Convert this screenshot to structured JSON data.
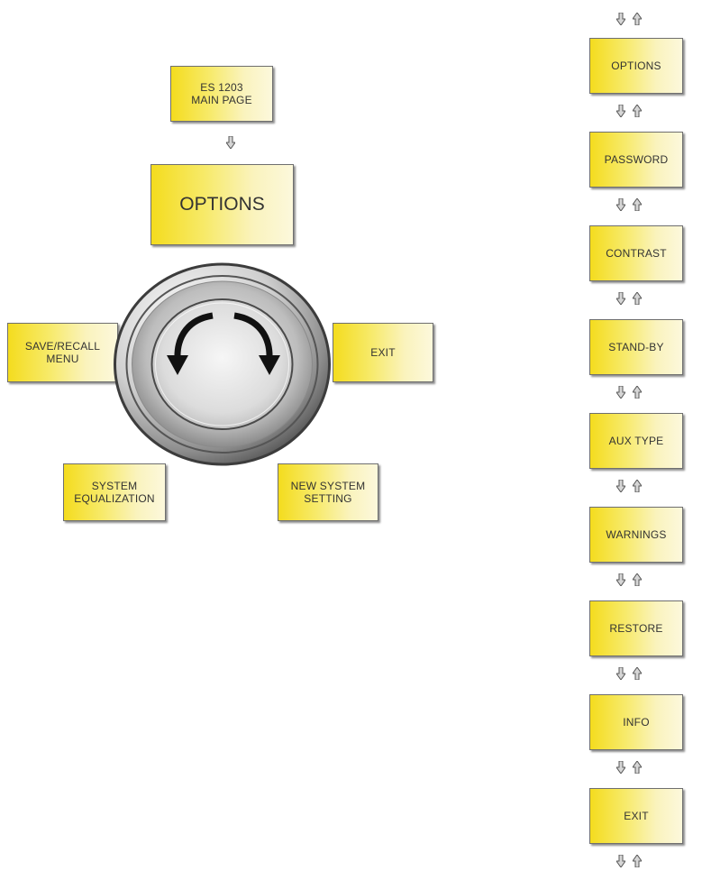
{
  "colors": {
    "box_start": "#f4dc1e",
    "box_end": "#fcf8dc",
    "border": "#6f6f6f",
    "text": "#333333",
    "arrow_fill": "#d6d6d6",
    "arrow_stroke": "#555555"
  },
  "left": {
    "main_page": "ES 1203\nMAIN PAGE",
    "options": "OPTIONS",
    "save_recall": "SAVE/RECALL\nMENU",
    "exit": "EXIT",
    "system_eq": "SYSTEM\nEQUALIZATION",
    "new_system": "NEW SYSTEM\nSETTING",
    "knob_icon": "rotary-encoder-knob",
    "rotation_icons": [
      "rotate-counterclockwise-arrow",
      "rotate-clockwise-arrow"
    ]
  },
  "right": {
    "items": [
      "OPTIONS",
      "PASSWORD",
      "CONTRAST",
      "STAND-BY",
      "AUX TYPE",
      "WARNINGS",
      "RESTORE",
      "INFO",
      "EXIT"
    ],
    "nav_icons": [
      "arrow-down-icon",
      "arrow-up-icon"
    ]
  }
}
